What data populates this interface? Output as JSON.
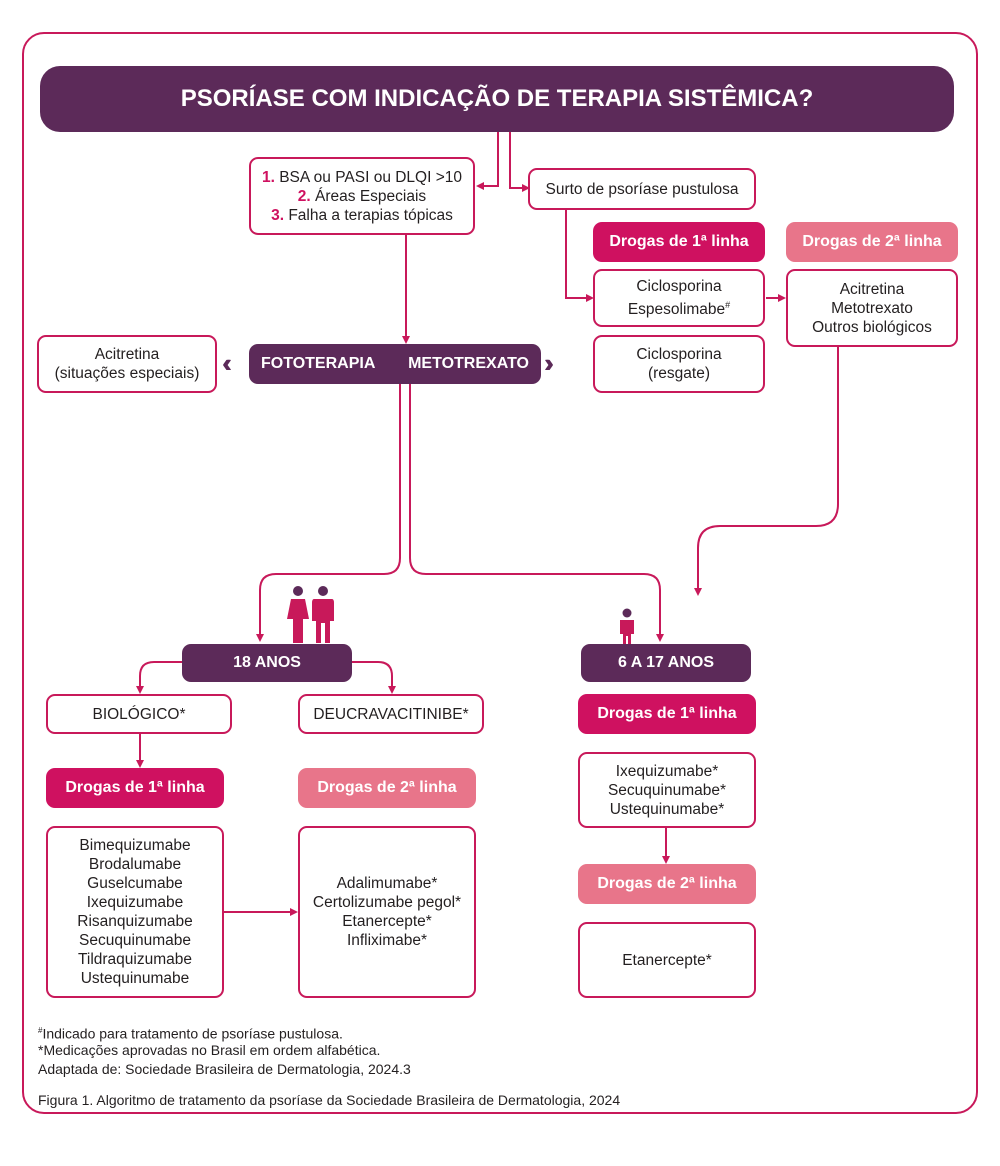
{
  "title": "PSORÍASE COM INDICAÇÃO DE TERAPIA SISTÊMICA?",
  "criteria": {
    "n1": "1.",
    "t1": "BSA ou PASI ou DLQI >10",
    "n2": "2.",
    "t2": "Áreas Especiais",
    "n3": "3.",
    "t3": "Falha a terapias tópicas"
  },
  "pustular": {
    "label": "Surto de psoríase pustulosa",
    "first_line_header": "Drogas de 1ª linha",
    "second_line_header": "Drogas de 2ª linha",
    "first_line_drugs": [
      "Ciclosporina",
      "Espesolimabe"
    ],
    "first_line_drug_mark": "#",
    "rescue": [
      "Ciclosporina",
      "(resgate)"
    ],
    "second_line_drugs": [
      "Acitretina",
      "Metotrexato",
      "Outros biológicos"
    ]
  },
  "middle": {
    "acitretin": [
      "Acitretina",
      "(situações especiais)"
    ],
    "phototherapy": "FOTOTERAPIA",
    "methotrexate": "METOTREXATO"
  },
  "adult": {
    "age_label": "18 ANOS",
    "biologic": "BIOLÓGICO*",
    "deucra": "DEUCRAVACITINIBE*",
    "first_line_header": "Drogas de 1ª linha",
    "second_line_header": "Drogas de 2ª linha",
    "first_line_drugs": [
      "Bimequizumabe",
      "Brodalumabe",
      "Guselcumabe",
      "Ixequizumabe",
      "Risanquizumabe",
      "Secuquinumabe",
      "Tildraquizumabe",
      "Ustequinumabe"
    ],
    "second_line_drugs": [
      "Adalimumabe*",
      "Certolizumabe pegol*",
      "Etanercepte*",
      "Infliximabe*"
    ]
  },
  "pediatric": {
    "age_label": "6 A 17 ANOS",
    "first_line_header": "Drogas de 1ª linha",
    "second_line_header": "Drogas de 2ª linha",
    "first_line_drugs": [
      "Ixequizumabe*",
      "Secuquinumabe*",
      "Ustequinumabe*"
    ],
    "second_line_drugs": [
      "Etanercepte*"
    ]
  },
  "footnotes": {
    "mark": "#",
    "line1": "Indicado para tratamento de psoríase pustulosa.",
    "line2": "*Medicações aprovadas no Brasil em ordem alfabética.",
    "line3": "Adaptada de: Sociedade Brasileira de Dermatologia, 2024.3"
  },
  "caption": "Figura 1. Algoritmo de tratamento da psoríase da Sociedade Brasileira de Dermatologia, 2024",
  "colors": {
    "purple": "#5c2a59",
    "magenta": "#cf1160",
    "pink": "#e8758a",
    "border": "#c8195a"
  },
  "icons": [
    "chevrons-left-icon",
    "chevrons-right-icon",
    "adults-icon",
    "child-icon"
  ]
}
